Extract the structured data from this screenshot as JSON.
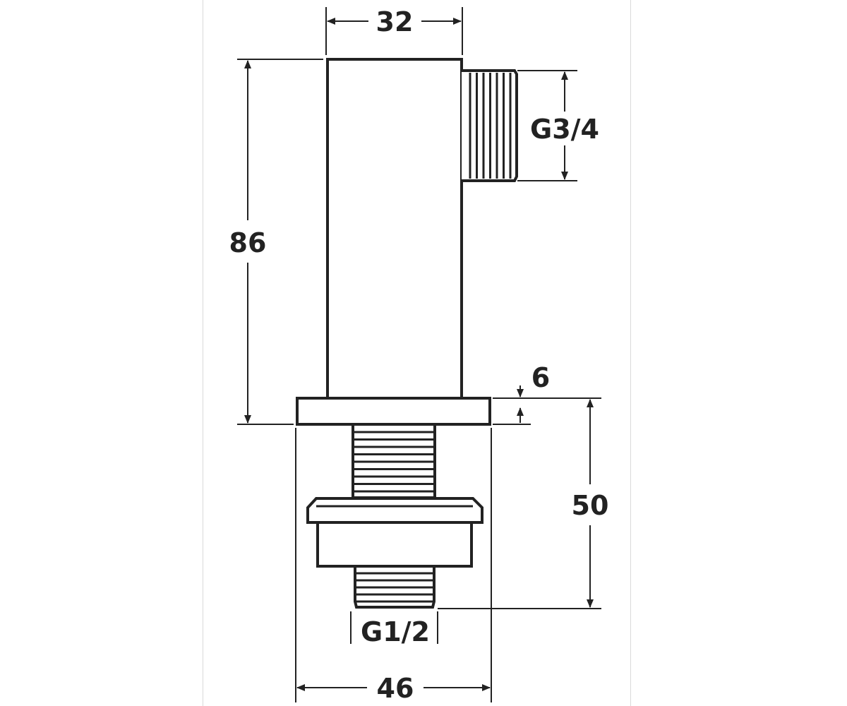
{
  "colors": {
    "line": "#222222",
    "background": "#ffffff",
    "panel_edge": "#d9d9d9"
  },
  "dimensions": {
    "top_width": "32",
    "outlet_thread": "G3/4",
    "body_height": "86",
    "flange_thickness": "6",
    "lower_height": "50",
    "inlet_thread": "G1/2",
    "flange_width": "46"
  }
}
